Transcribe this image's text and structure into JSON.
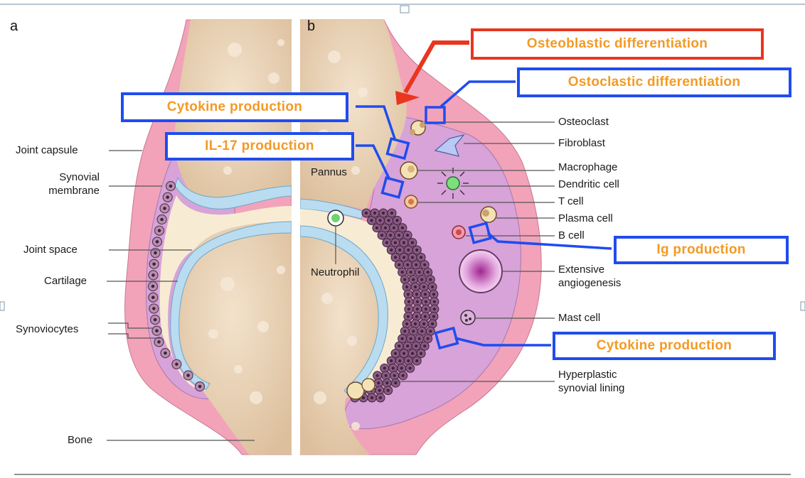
{
  "panels": {
    "a": "a",
    "b": "b"
  },
  "left_labels": {
    "joint_capsule": "Joint capsule",
    "synovial_membrane": "Synovial\nmembrane",
    "joint_space": "Joint space",
    "cartilage": "Cartilage",
    "synoviocytes": "Synoviocytes",
    "bone": "Bone"
  },
  "center_labels": {
    "pannus": "Pannus",
    "neutrophil": "Neutrophil"
  },
  "right_labels": {
    "osteoclast": "Osteoclast",
    "fibroblast": "Fibroblast",
    "macrophage": "Macrophage",
    "dendritic_cell": "Dendritic cell",
    "t_cell": "T cell",
    "plasma_cell": "Plasma cell",
    "b_cell": "B cell",
    "angiogenesis": "Extensive\nangiogenesis",
    "mast_cell": "Mast cell",
    "hyperplastic_lining": "Hyperplastic\nsynovial lining"
  },
  "callouts": {
    "osteoblastic": "Osteoblastic differentiation",
    "osteoclastic": "Ostoclastic differentiation",
    "cytokine_top": "Cytokine production",
    "il17": "IL-17 production",
    "ig": "Ig production",
    "cytokine_bottom": "Cytokine production"
  },
  "colors": {
    "capsule_pink": "#f2a3b9",
    "synovium_purple": "#d7a3d8",
    "bone_beige": "#e9d2b7",
    "cartilage_blue": "#b9dcf0",
    "joint_space_cream": "#f7ecd3",
    "callout_blue": "#1f4cf0",
    "callout_red": "#e8361f",
    "callout_text_orange": "#f39a25"
  }
}
